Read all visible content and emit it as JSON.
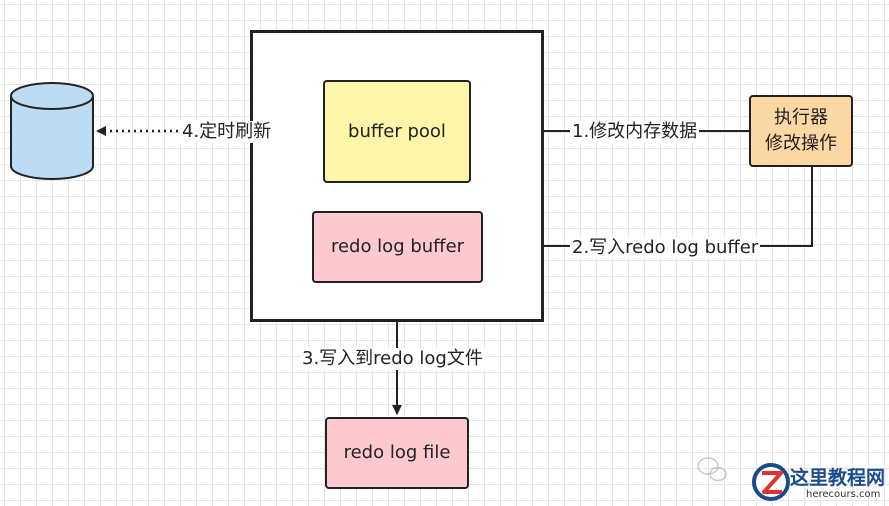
{
  "diagram": {
    "nodes": {
      "buffer_pool": "buffer pool",
      "redo_log_buffer": "redo log buffer",
      "redo_log_file": "redo log file",
      "executor_line1": "执行器",
      "executor_line2": "修改操作"
    },
    "edges": {
      "step1": "1.修改内存数据",
      "step2": "2.写入redo log buffer",
      "step3": "3.写入到redo log文件",
      "step4": "4.定时刷新"
    }
  },
  "watermark": {
    "site_name": "这里教程网",
    "site_url": "herecours.com"
  },
  "colors": {
    "buffer_pool_fill": "#fdf5a8",
    "redo_fill": "#fbc9ce",
    "executor_fill": "#fbd7a3",
    "disk_fill": "#bcdcf4",
    "line": "#222222"
  }
}
